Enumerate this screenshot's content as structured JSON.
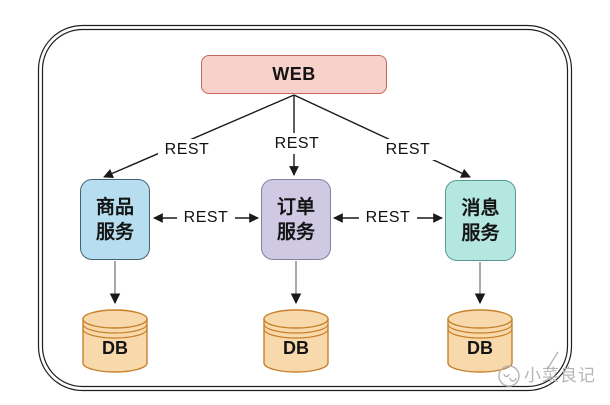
{
  "diagram": {
    "title_hint": "microservices-architecture",
    "nodes": {
      "web": {
        "label": "WEB"
      },
      "product_service": {
        "label_line1": "商品",
        "label_line2": "服务"
      },
      "order_service": {
        "label_line1": "订单",
        "label_line2": "服务"
      },
      "message_service": {
        "label_line1": "消息",
        "label_line2": "服务"
      },
      "db_product": {
        "label": "DB"
      },
      "db_order": {
        "label": "DB"
      },
      "db_message": {
        "label": "DB"
      }
    },
    "edges": {
      "web_to_product": {
        "label": "REST",
        "type": "arrow"
      },
      "web_to_order": {
        "label": "REST",
        "type": "arrow"
      },
      "web_to_message": {
        "label": "REST",
        "type": "arrow"
      },
      "product_order": {
        "label": "REST",
        "type": "double-arrow"
      },
      "order_message": {
        "label": "REST",
        "type": "double-arrow"
      },
      "product_to_db": {
        "label": "",
        "type": "arrow"
      },
      "order_to_db": {
        "label": "",
        "type": "arrow"
      },
      "message_to_db": {
        "label": "",
        "type": "arrow"
      }
    }
  },
  "watermark": {
    "text": "小菜良记"
  },
  "colors": {
    "frame_border": "#1f1f1f",
    "line": "#1a1a1a",
    "stem_gray": "#8c8c8c",
    "web_fill": "#f7d2cb",
    "web_border": "#c4685d",
    "product_fill": "#b6def0",
    "product_border": "#47626f",
    "order_fill": "#cfc9e3",
    "order_border": "#87819e",
    "message_fill": "#b3e7e0",
    "message_border": "#579c94",
    "db_fill": "#f8d9ac",
    "db_border": "#c8802b",
    "watermark": "#b5b5b5"
  }
}
